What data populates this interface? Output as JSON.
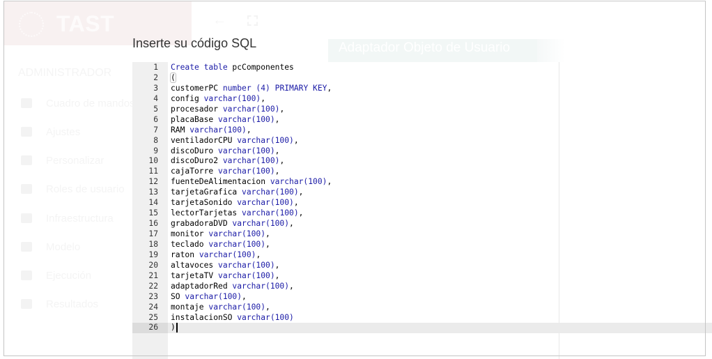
{
  "background_app": {
    "brand": "TAST",
    "adapter_button_label": "Adaptador Objeto de Usuario",
    "sidebar": {
      "section_title": "ADMINISTRADOR",
      "items": [
        {
          "label": "Cuadro de mandos",
          "icon": "dashboard-icon"
        },
        {
          "label": "Ajustes",
          "icon": "gear-icon"
        },
        {
          "label": "Personalizar",
          "icon": "cog-icon"
        },
        {
          "label": "Roles de usuario",
          "icon": "users-icon"
        },
        {
          "label": "Infraestructura",
          "icon": "binoculars-icon"
        },
        {
          "label": "Modelo",
          "icon": "briefcase-icon"
        },
        {
          "label": "Ejecución",
          "icon": "calendar-icon"
        },
        {
          "label": "Resultados",
          "icon": "bar-chart-icon"
        }
      ]
    }
  },
  "modal": {
    "title": "Inserte su código SQL",
    "editor": {
      "active_line": 26,
      "colors": {
        "keyword": "#1a1aa6",
        "gutter": "#f0f0f0",
        "active_line": "#ebebeb"
      },
      "lines": [
        {
          "n": "1",
          "plain": "",
          "kw": "Create table",
          "rest": " pcComponentes"
        },
        {
          "n": "2",
          "plain": "(",
          "kw": "",
          "rest": ""
        },
        {
          "n": "3",
          "plain": "customerPC ",
          "kw": "number (4) PRIMARY KEY",
          "rest": ","
        },
        {
          "n": "4",
          "plain": "config ",
          "kw": "varchar(100)",
          "rest": ","
        },
        {
          "n": "5",
          "plain": "procesador ",
          "kw": "varchar(100)",
          "rest": ","
        },
        {
          "n": "6",
          "plain": "placaBase ",
          "kw": "varchar(100)",
          "rest": ","
        },
        {
          "n": "7",
          "plain": "RAM ",
          "kw": "varchar(100)",
          "rest": ","
        },
        {
          "n": "8",
          "plain": "ventiladorCPU ",
          "kw": "varchar(100)",
          "rest": ","
        },
        {
          "n": "9",
          "plain": "discoDuro ",
          "kw": "varchar(100)",
          "rest": ","
        },
        {
          "n": "10",
          "plain": "discoDuro2 ",
          "kw": "varchar(100)",
          "rest": ","
        },
        {
          "n": "11",
          "plain": "cajaTorre ",
          "kw": "varchar(100)",
          "rest": ","
        },
        {
          "n": "12",
          "plain": "fuenteDeAlimentacion ",
          "kw": "varchar(100)",
          "rest": ","
        },
        {
          "n": "13",
          "plain": "tarjetaGrafica ",
          "kw": "varchar(100)",
          "rest": ","
        },
        {
          "n": "14",
          "plain": "tarjetaSonido ",
          "kw": "varchar(100)",
          "rest": ","
        },
        {
          "n": "15",
          "plain": "lectorTarjetas ",
          "kw": "varchar(100)",
          "rest": ","
        },
        {
          "n": "16",
          "plain": "grabadoraDVD ",
          "kw": "varchar(100)",
          "rest": ","
        },
        {
          "n": "17",
          "plain": "monitor ",
          "kw": "varchar(100)",
          "rest": ","
        },
        {
          "n": "18",
          "plain": "teclado ",
          "kw": "varchar(100)",
          "rest": ","
        },
        {
          "n": "19",
          "plain": "raton ",
          "kw": "varchar(100)",
          "rest": ","
        },
        {
          "n": "20",
          "plain": "altavoces ",
          "kw": "varchar(100)",
          "rest": ","
        },
        {
          "n": "21",
          "plain": "tarjetaTV ",
          "kw": "varchar(100)",
          "rest": ","
        },
        {
          "n": "22",
          "plain": "adaptadorRed ",
          "kw": "varchar(100)",
          "rest": ","
        },
        {
          "n": "23",
          "plain": "SO ",
          "kw": "varchar(100)",
          "rest": ","
        },
        {
          "n": "24",
          "plain": "montaje ",
          "kw": "varchar(100)",
          "rest": ","
        },
        {
          "n": "25",
          "plain": "instalacionSO ",
          "kw": "varchar(100)",
          "rest": ""
        },
        {
          "n": "26",
          "plain": ")",
          "kw": "",
          "rest": ""
        }
      ]
    }
  }
}
